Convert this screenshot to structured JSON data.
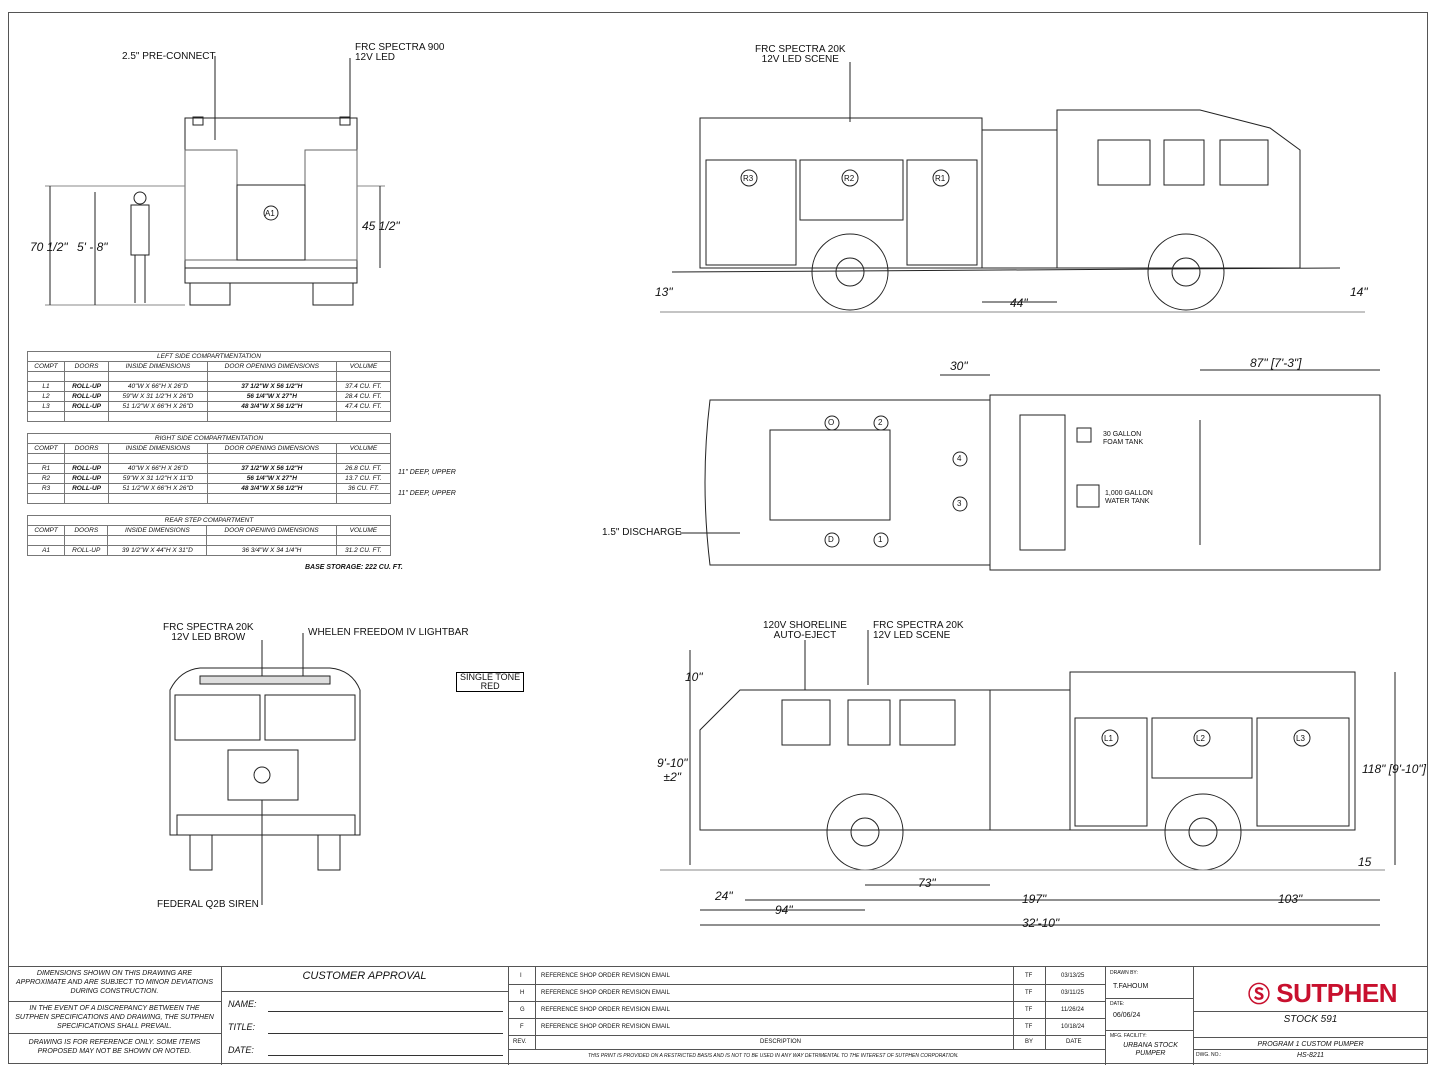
{
  "rear_view": {
    "preconnect": "2.5\" PRE-CONNECT",
    "light_line1": "FRC SPECTRA 900",
    "light_line2": "12V LED",
    "dim_height": "70 1/2\"",
    "dim_person": "5' - 8\"",
    "dim_step": "45 1/2\"",
    "compartment": "A1"
  },
  "right_side_view": {
    "light_line1": "FRC SPECTRA 20K",
    "light_line2": "12V LED SCENE",
    "approach": "13\"",
    "departure": "14\"",
    "pump_panel": "44\"",
    "compartments": [
      "R3",
      "R2",
      "R1"
    ]
  },
  "top_view": {
    "dim_30": "30\"",
    "dim_87": "87\" [7'-3\"]",
    "discharge": "1.5\" DISCHARGE",
    "foam_tank": [
      "30 GALLON",
      "FOAM TANK"
    ],
    "water_tank": [
      "1,000 GALLON",
      "WATER TANK"
    ],
    "seats": [
      "O",
      "2",
      "4",
      "3",
      "D",
      "1"
    ]
  },
  "front_view": {
    "light_line1": "FRC SPECTRA 20K",
    "light_line2": "12V LED BROW",
    "lightbar": "WHELEN FREEDOM IV LIGHTBAR",
    "siren": "FEDERAL Q2B SIREN",
    "paint_line1": "SINGLE TONE",
    "paint_line2": "RED"
  },
  "left_side_view": {
    "shoreline_line1": "120V SHORELINE",
    "shoreline_line2": "AUTO-EJECT",
    "light_line1": "FRC SPECTRA 20K",
    "light_line2": "12V LED SCENE",
    "dim_10": "10\"",
    "dim_height_line1": "9'-10\"",
    "dim_height_line2": "±2\"",
    "dim_overall_height": "118\" [9'-10\"]",
    "dim_15": "15",
    "dim_73": "73\"",
    "dim_24": "24\"",
    "dim_197": "197\"",
    "dim_103": "103\"",
    "dim_94": "94\"",
    "dim_length": "32'-10\"",
    "compartments": [
      "L1",
      "L2",
      "L3"
    ]
  },
  "tables": {
    "headers": [
      "COMPT",
      "DOORS",
      "INSIDE DIMENSIONS",
      "DOOR OPENING DIMENSIONS",
      "VOLUME"
    ],
    "left": {
      "title": "LEFT SIDE COMPARTMENTATION",
      "rows": [
        [
          "L1",
          "ROLL-UP",
          "40\"W X 66\"H X 26\"D",
          "37 1/2\"W X 56 1/2\"H",
          "37.4 CU. FT."
        ],
        [
          "L2",
          "ROLL-UP",
          "59\"W X 31 1/2\"H X 26\"D",
          "56 1/4\"W X 27\"H",
          "28.4 CU. FT."
        ],
        [
          "L3",
          "ROLL-UP",
          "51 1/2\"W X 66\"H X 26\"D",
          "48 3/4\"W X 56 1/2\"H",
          "47.4 CU. FT."
        ]
      ]
    },
    "right": {
      "title": "RIGHT SIDE COMPARTMENTATION",
      "rows": [
        [
          "R1",
          "ROLL-UP",
          "40\"W X 66\"H X 26\"D",
          "37 1/2\"W X 56 1/2\"H",
          "26.8 CU. FT."
        ],
        [
          "R2",
          "ROLL-UP",
          "59\"W X 31 1/2\"H X 11\"D",
          "56 1/4\"W X 27\"H",
          "13.7 CU. FT."
        ],
        [
          "R3",
          "ROLL-UP",
          "51 1/2\"W X 66\"H X 26\"D",
          "48 3/4\"W X 56 1/2\"H",
          "36 CU. FT."
        ]
      ],
      "notes": [
        "11\" DEEP, UPPER",
        "11\" DEEP, UPPER"
      ]
    },
    "rear": {
      "title": "REAR STEP COMPARTMENT",
      "rows": [
        [
          "A1",
          "ROLL-UP",
          "39 1/2\"W X 44\"H X 31\"D",
          "36 3/4\"W X 34 1/4\"H",
          "31.2 CU. FT."
        ]
      ]
    },
    "base_storage": "BASE STORAGE: 222 CU. FT."
  },
  "title_block": {
    "disclaimers": [
      "DIMENSIONS SHOWN ON THIS DRAWING ARE APPROXIMATE AND ARE SUBJECT TO MINOR DEVIATIONS DURING CONSTRUCTION.",
      "IN THE EVENT OF A DISCREPANCY BETWEEN THE SUTPHEN SPECIFICATIONS AND DRAWING, THE SUTPHEN SPECIFICATIONS SHALL PREVAIL.",
      "DRAWING IS FOR REFERENCE ONLY. SOME ITEMS PROPOSED MAY NOT BE SHOWN OR NOTED."
    ],
    "customer_approval": "CUSTOMER APPROVAL",
    "name_label": "NAME:",
    "title_label": "TITLE:",
    "date_label": "DATE:",
    "revisions": [
      {
        "rev": "I",
        "desc": "REFERENCE SHOP ORDER REVISION EMAIL",
        "by": "TF",
        "date": "03/13/25"
      },
      {
        "rev": "H",
        "desc": "REFERENCE SHOP ORDER REVISION EMAIL",
        "by": "TF",
        "date": "03/11/25"
      },
      {
        "rev": "G",
        "desc": "REFERENCE SHOP ORDER REVISION EMAIL",
        "by": "TF",
        "date": "11/26/24"
      },
      {
        "rev": "F",
        "desc": "REFERENCE SHOP ORDER REVISION EMAIL",
        "by": "TF",
        "date": "10/18/24"
      }
    ],
    "rev_header": "REV.",
    "desc_header": "DESCRIPTION",
    "by_header": "BY",
    "date_header": "DATE",
    "restriction": "THIS PRINT IS PROVIDED ON A RESTRICTED BASIS AND IS NOT TO BE USED IN ANY WAY DETRIMENTAL TO THE INTEREST OF SUTPHEN CORPORATION.",
    "drawn_by_label": "DRAWN BY:",
    "drawn_by": "T.FAHOUM",
    "date_field_label": "DATE:",
    "date": "06/06/24",
    "facility_label": "MFG. FACILITY:",
    "facility": "URBANA STOCK PUMPER",
    "logo": "SUTPHEN",
    "logo_color": "#c8102e",
    "stock": "STOCK 591",
    "program": "PROGRAM 1 CUSTOM PUMPER",
    "dwg_label": "DWG. NO.:",
    "dwg_no": "HS-8211"
  }
}
